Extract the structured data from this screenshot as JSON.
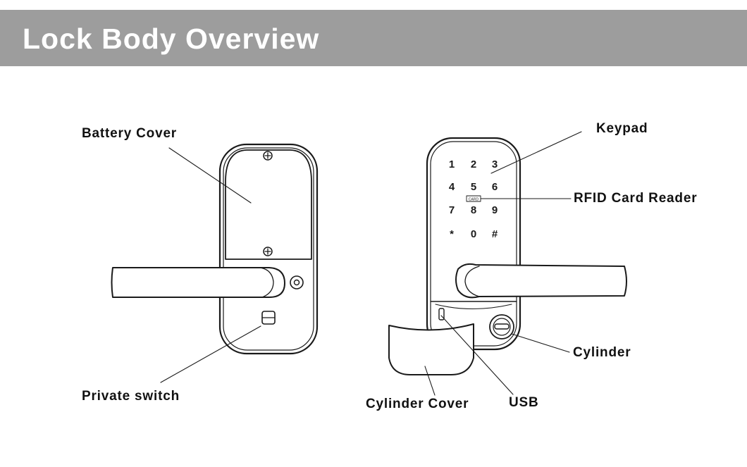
{
  "header": {
    "title": "Lock Body Overview"
  },
  "labels": {
    "battery_cover": "Battery Cover",
    "private_switch": "Private switch",
    "keypad": "Keypad",
    "rfid_card_reader": "RFID Card Reader",
    "cylinder": "Cylinder",
    "cylinder_cover": "Cylinder Cover",
    "usb": "USB"
  },
  "keypad": {
    "keys": [
      "1",
      "2",
      "3",
      "4",
      "5",
      "6",
      "7",
      "8",
      "9",
      "*",
      "0",
      "#"
    ],
    "card_mark": "CARD"
  },
  "colors": {
    "banner": "#9d9d9d",
    "banner_text": "#ffffff",
    "line": "#1a1a1a"
  }
}
